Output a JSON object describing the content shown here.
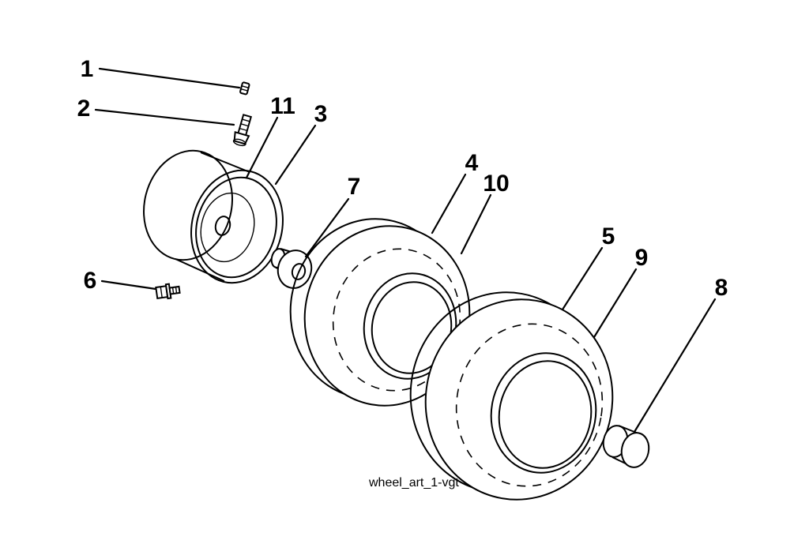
{
  "diagram": {
    "caption": "wheel_art_1-vgt",
    "callouts": [
      {
        "label": "1"
      },
      {
        "label": "2"
      },
      {
        "label": "3"
      },
      {
        "label": "4"
      },
      {
        "label": "5"
      },
      {
        "label": "6"
      },
      {
        "label": "7"
      },
      {
        "label": "8"
      },
      {
        "label": "9"
      },
      {
        "label": "10"
      },
      {
        "label": "11"
      }
    ]
  }
}
